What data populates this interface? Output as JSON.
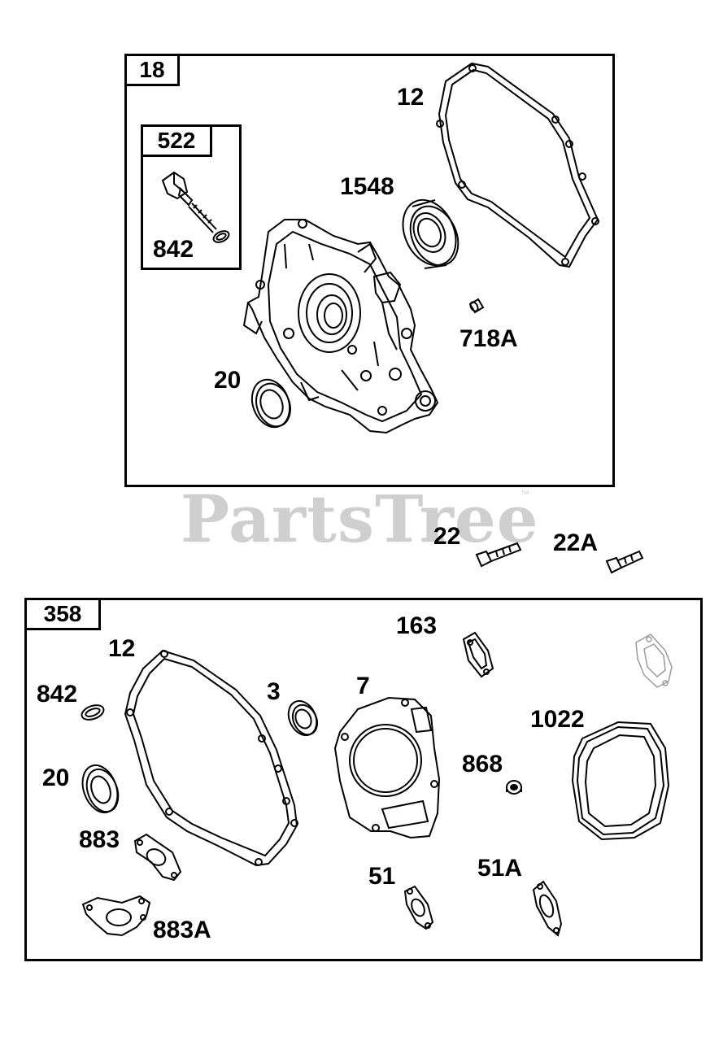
{
  "top_group": {
    "tag": "18",
    "subgroup": {
      "tag": "522",
      "part": "842"
    },
    "parts": [
      "12",
      "1548",
      "718A",
      "20"
    ]
  },
  "loose_parts": [
    "22",
    "22A"
  ],
  "bottom_group": {
    "tag": "358",
    "parts": [
      "163",
      "12",
      "842",
      "3",
      "7",
      "1022",
      "868",
      "20",
      "883",
      "51",
      "51A",
      "883A"
    ]
  },
  "watermark": {
    "text": "PartsTree",
    "mark": "™",
    "color": "#cfcfcf"
  }
}
